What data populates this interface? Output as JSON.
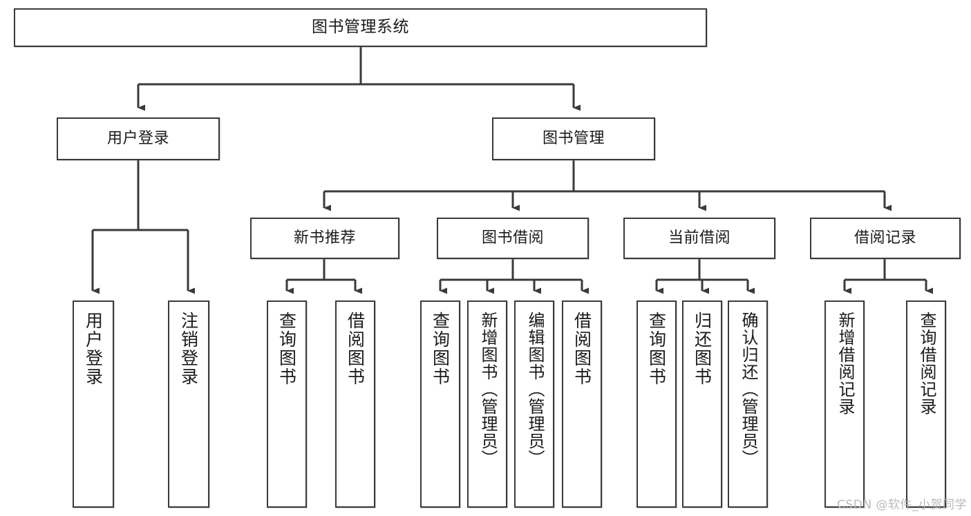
{
  "diagram": {
    "title": "图书管理系统",
    "watermark": "CSDN @软件_小贺同学",
    "accent_color": "#3a3a3a",
    "background_color": "#ffffff",
    "nodes": {
      "root": {
        "label": "图书管理系统"
      },
      "level2": [
        {
          "id": "user-login",
          "label": "用户登录"
        },
        {
          "id": "book-manage",
          "label": "图书管理"
        }
      ],
      "level3": [
        {
          "id": "new-book-recommend",
          "label": "新书推荐"
        },
        {
          "id": "book-borrow",
          "label": "图书借阅"
        },
        {
          "id": "current-borrow",
          "label": "当前借阅"
        },
        {
          "id": "borrow-record",
          "label": "借阅记录"
        }
      ],
      "leaves": {
        "user_login": [
          {
            "id": "leaf-user-login",
            "label": "用户登录"
          },
          {
            "id": "leaf-logout-login",
            "label": "注销登录"
          }
        ],
        "new_book_recommend": [
          {
            "id": "leaf-query-book-1",
            "label": "查询图书"
          },
          {
            "id": "leaf-borrow-book-1",
            "label": "借阅图书"
          }
        ],
        "book_borrow": [
          {
            "id": "leaf-query-book-2",
            "label": "查询图书"
          },
          {
            "id": "leaf-add-book",
            "label": "新增图书（管理员）"
          },
          {
            "id": "leaf-edit-book",
            "label": "编辑图书（管理员）"
          },
          {
            "id": "leaf-borrow-book-2",
            "label": "借阅图书"
          }
        ],
        "current_borrow": [
          {
            "id": "leaf-query-book-3",
            "label": "查询图书"
          },
          {
            "id": "leaf-return-book",
            "label": "归还图书"
          },
          {
            "id": "leaf-confirm-return",
            "label": "确认归还（管理员）"
          }
        ],
        "borrow_record": [
          {
            "id": "leaf-add-record",
            "label": "新增借阅记录"
          },
          {
            "id": "leaf-query-record",
            "label": "查询借阅记录"
          }
        ]
      }
    }
  }
}
